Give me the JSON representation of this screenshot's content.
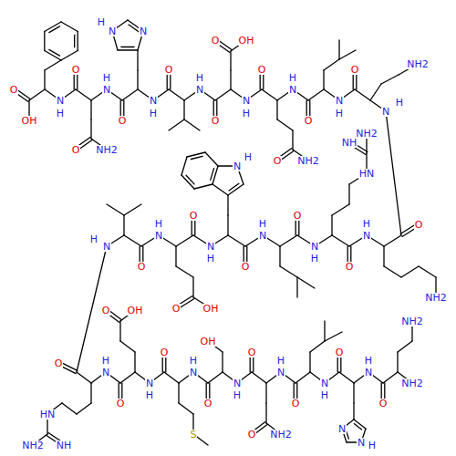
{
  "diagram": {
    "labels": [
      "O",
      "OH",
      "N",
      "H",
      "O",
      "O",
      "NH2",
      "N",
      "H",
      "O",
      "N",
      "N",
      "H",
      "N",
      "H",
      "O",
      "N",
      "H",
      "O",
      "O",
      "OH",
      "N",
      "H",
      "O",
      "O",
      "NH2",
      "N",
      "H",
      "O",
      "N",
      "H",
      "O",
      "NH2",
      "N",
      "H",
      "O",
      "NH2",
      "N",
      "H",
      "O",
      "HN",
      "NH",
      "NH2",
      "N",
      "H",
      "O",
      "N",
      "H",
      "O",
      "N",
      "H",
      "N",
      "H",
      "O",
      "N",
      "H",
      "O",
      "OH",
      "O",
      "N",
      "H",
      "O",
      "HN",
      "NH2",
      "NH",
      "N",
      "H",
      "O",
      "O",
      "OH",
      "N",
      "H",
      "O",
      "S",
      "N",
      "H",
      "O",
      "OH",
      "N",
      "H",
      "O",
      "O",
      "NH2",
      "N",
      "H",
      "O",
      "N",
      "H",
      "O",
      "N",
      "H",
      "N",
      "N",
      "H",
      "O",
      "NH2",
      "NH2"
    ]
  }
}
